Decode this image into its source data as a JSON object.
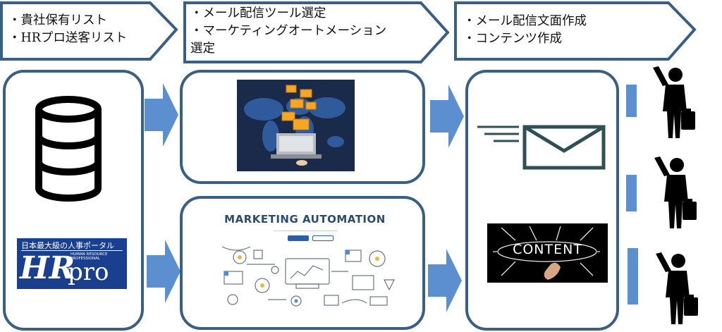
{
  "stages": [
    {
      "lines": [
        "・貴社保有リスト",
        "・HRプロ送客リスト"
      ]
    },
    {
      "lines": [
        "・メール配信ツール選定",
        "・マーケティングオートメーション",
        "選定"
      ]
    },
    {
      "lines": [
        "・メール配信文面作成",
        "・コンテンツ作成"
      ]
    }
  ],
  "logos": {
    "hrpro_top": "日本最大級の人事ポータル",
    "hrpro_sub1": "HUMAN RESOURCE",
    "hrpro_sub2": "PROFESSIONAL",
    "hrpro_main_hr": "HR",
    "hrpro_main_pro": "pro"
  },
  "marketing_automation": {
    "title": "MARKETING AUTOMATION"
  },
  "content_board": {
    "word": "CONTENT"
  },
  "colors": {
    "panel_border": "#3a5f85",
    "arrow_fill": "#5b8fd0",
    "dark_navy": "#1a2a4a",
    "hrpro_blue": "#1b3f8f"
  }
}
